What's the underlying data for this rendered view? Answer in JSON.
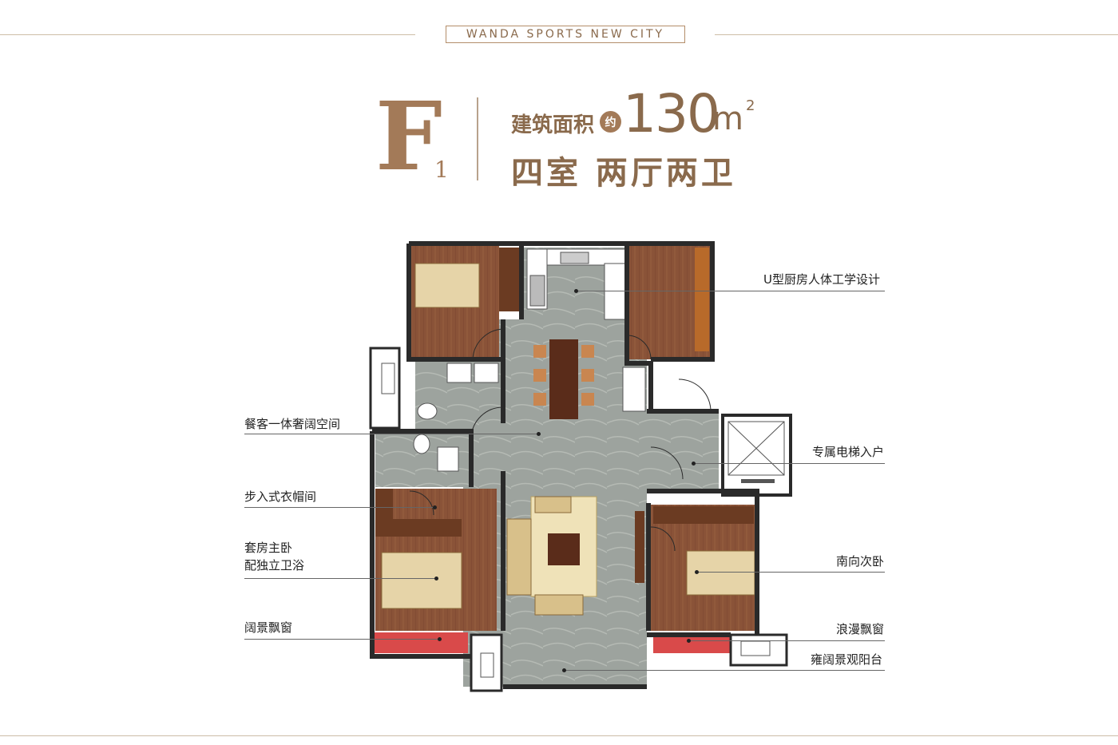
{
  "brand": "WANDA SPORTS NEW CITY",
  "unit_type": {
    "letter": "F",
    "subscript": "1"
  },
  "area": {
    "label": "建筑面积",
    "approx": "约",
    "value": "130",
    "unit": "m",
    "superscript": "2"
  },
  "layout": "四室 两厅两卫",
  "annotations_left": [
    {
      "text": "餐客一体奢阔空间"
    },
    {
      "text": "步入式衣帽间"
    },
    {
      "text": "套房主卧"
    },
    {
      "text": "配独立卫浴"
    },
    {
      "text": "阔景飘窗"
    }
  ],
  "annotations_right": [
    {
      "text": "U型厨房人体工学设计"
    },
    {
      "text": "专属电梯入户"
    },
    {
      "text": "南向次卧"
    },
    {
      "text": "浪漫飘窗"
    },
    {
      "text": "雍阔景观阳台"
    }
  ],
  "colors": {
    "accent_brown": "#a37a58",
    "wall": "#2a2a2a",
    "wood_floor": "#8a5338",
    "stone_floor": "#9da39e",
    "bay_window": "#d94a4a"
  }
}
